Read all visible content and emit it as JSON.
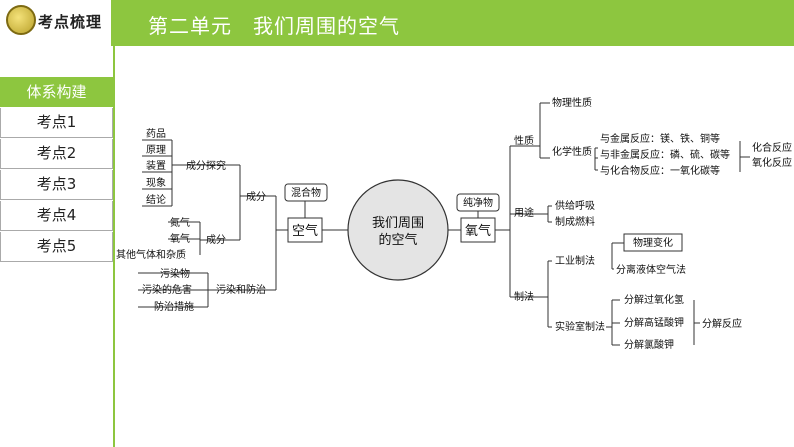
{
  "header": {
    "logo_label": "考点梳理",
    "title": "第二单元　我们周围的空气"
  },
  "nav": {
    "items": [
      "体系构建",
      "考点1",
      "考点2",
      "考点3",
      "考点4",
      "考点5"
    ]
  },
  "map": {
    "center": [
      "我们周围",
      "的空气"
    ],
    "air": {
      "label": "空气",
      "tag": "混合物",
      "composition": "成分",
      "explore": "成分探究",
      "explore_items": [
        "药品",
        "原理",
        "装置",
        "现象",
        "结论"
      ],
      "components": "成分",
      "component_items": [
        "氮气",
        "氧气",
        "其他气体和杂质"
      ],
      "pollution": "污染和防治",
      "pollution_items": [
        "污染物",
        "污染的危害",
        "防治措施"
      ]
    },
    "oxygen": {
      "label": "氧气",
      "tag": "纯净物",
      "properties": "性质",
      "physical": "物理性质",
      "chemical": "化学性质",
      "reactions": [
        "与金属反应：镁、铁、铜等",
        "与非金属反应：磷、硫、碳等",
        "与化合物反应：一氧化碳等"
      ],
      "reaction_types": [
        "化合反应",
        "氧化反应"
      ],
      "uses": "用途",
      "use_items": [
        "供给呼吸",
        "制成燃料"
      ],
      "prep": "制法",
      "industrial": "工业制法",
      "physical_change": "物理变化",
      "industrial_method": "分离液体空气法",
      "lab": "实验室制法",
      "lab_methods": [
        "分解过氧化氢",
        "分解高锰酸钾",
        "分解氯酸钾"
      ],
      "decomp": "分解反应"
    }
  }
}
